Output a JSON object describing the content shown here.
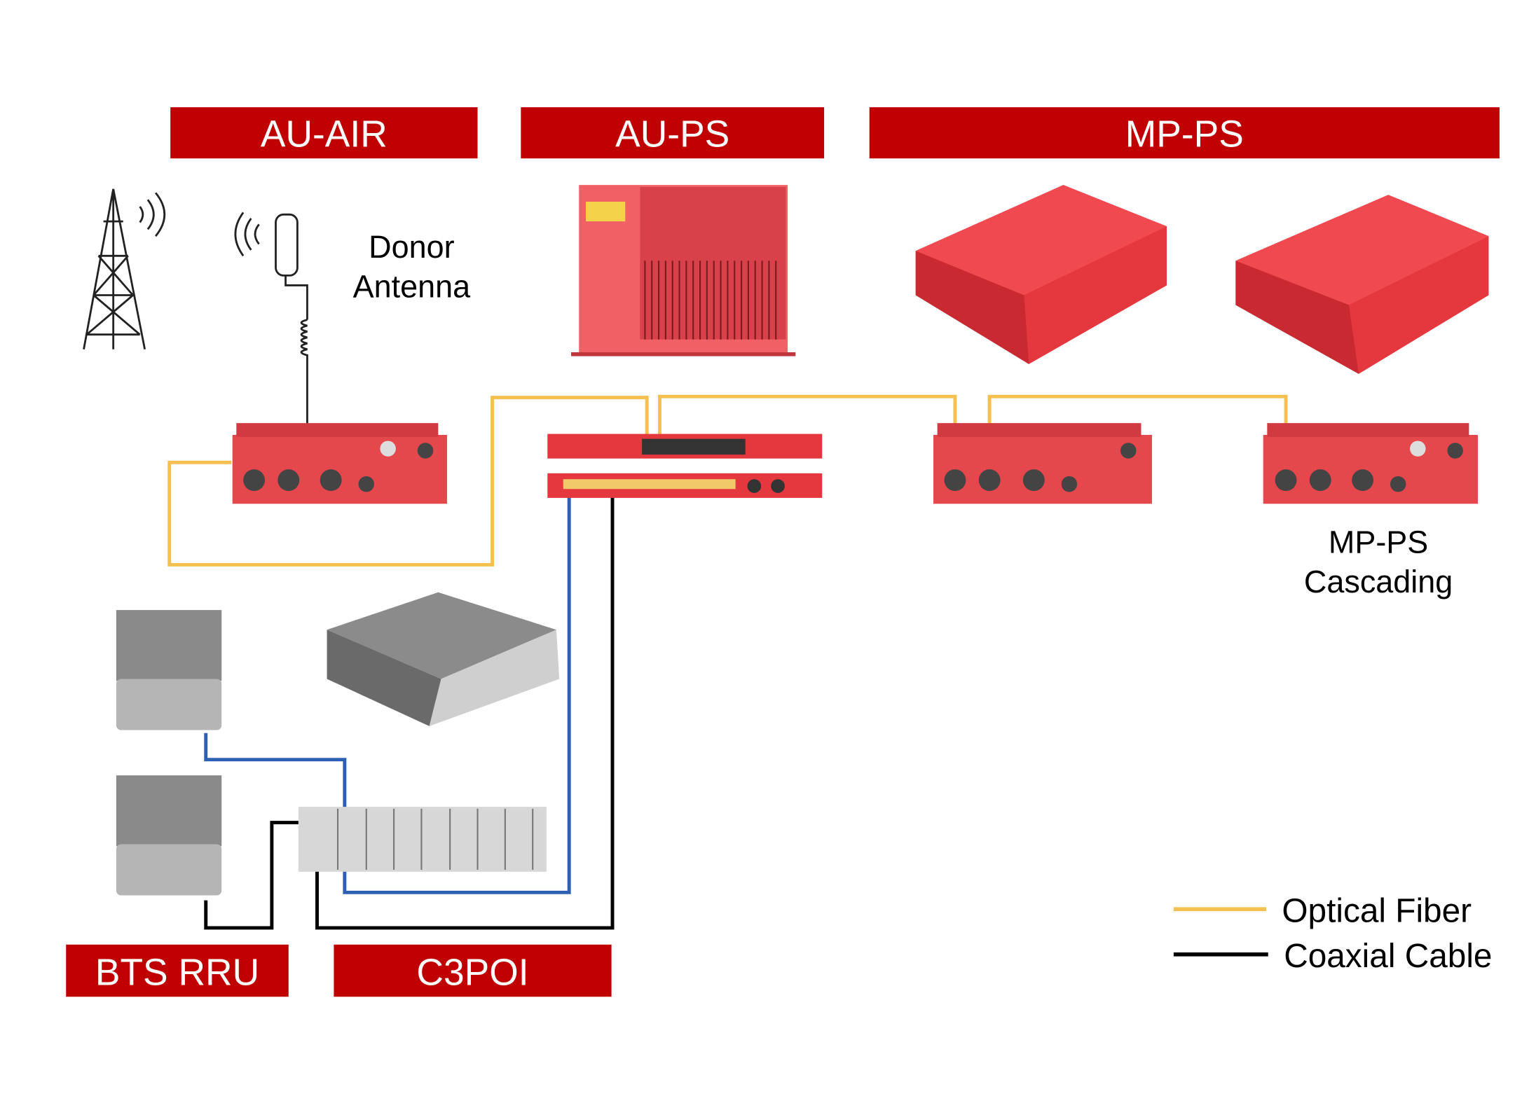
{
  "colors": {
    "banner": "#c00000",
    "fiber": "#f5c04f",
    "coax": "#000000",
    "rf_link": "#2d5fb5",
    "device_red": "#e8454a",
    "device_gray": "#9a9a9a"
  },
  "banners": {
    "au_air": "AU-AIR",
    "au_ps": "AU-PS",
    "mp_ps": "MP-PS",
    "bts_rru": "BTS RRU",
    "c3poi": "C3POI"
  },
  "captions": {
    "donor_line1": "Donor",
    "donor_line2": "Antenna",
    "cascade_line1": "MP-PS",
    "cascade_line2": "Cascading"
  },
  "legend": {
    "fiber": "Optical Fiber",
    "coax": "Coaxial Cable"
  },
  "icons": [
    "cell-tower-icon",
    "donor-antenna-icon"
  ]
}
